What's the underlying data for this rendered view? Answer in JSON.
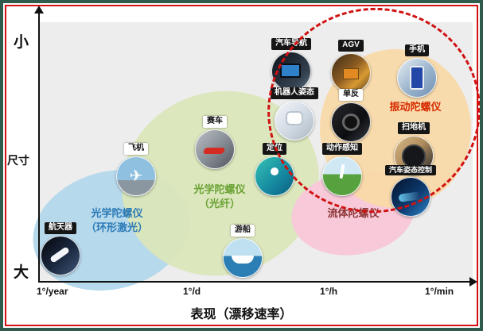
{
  "frame": {
    "outer_border_color": "#2e5b4b",
    "inner_border_color": "#d01212"
  },
  "axes": {
    "y_top_label": "小",
    "y_axis_title": "尺寸",
    "y_bottom_label": "大",
    "x_ticks": [
      "1°/year",
      "1°/d",
      "1°/h",
      "1°/min"
    ],
    "x_title": "表现（漂移速率）"
  },
  "groups": [
    {
      "id": "optical-ring-laser",
      "line1": "光学陀螺仪",
      "line2": "（环形激光）",
      "text_color": "#2b7ab6",
      "fill": "#b7d9ec"
    },
    {
      "id": "optical-fiber",
      "line1": "光学陀螺仪",
      "line2": "（光纤）",
      "text_color": "#69a233",
      "fill": "#dae6b8"
    },
    {
      "id": "fluid",
      "line1": "流体陀螺仪",
      "text_color": "#8b3535",
      "fill": "#f7c9d9"
    },
    {
      "id": "vibration",
      "line1": "振动陀螺仪",
      "text_color": "#d62b00",
      "fill": "#f8d9a6",
      "highlighted_by_red_dashed_circle": true
    }
  ],
  "items": [
    {
      "label": "汽车导航",
      "chip_style": "dark",
      "icon": "car-dashboard"
    },
    {
      "label": "AGV",
      "chip_style": "dark",
      "icon": "warehouse-agv"
    },
    {
      "label": "手机",
      "chip_style": "dark",
      "icon": "smartphone"
    },
    {
      "label": "机器人姿态",
      "chip_style": "dark",
      "icon": "robot"
    },
    {
      "label": "单反",
      "chip_style": "light",
      "icon": "dslr-camera"
    },
    {
      "label": "赛车",
      "chip_style": "light",
      "icon": "race-car"
    },
    {
      "label": "扫地机",
      "chip_style": "dark",
      "icon": "robot-vacuum"
    },
    {
      "label": "飞机",
      "chip_style": "light",
      "icon": "airplane"
    },
    {
      "label": "定位",
      "chip_style": "dark",
      "icon": "gps-map"
    },
    {
      "label": "动作感知",
      "chip_style": "dark",
      "icon": "golfer"
    },
    {
      "label": "汽车姿态控制",
      "chip_style": "dark",
      "icon": "sports-car"
    },
    {
      "label": "航天器",
      "chip_style": "dark",
      "icon": "space-shuttle"
    },
    {
      "label": "游船",
      "chip_style": "light",
      "icon": "yacht"
    }
  ],
  "chart_data": {
    "type": "scatter",
    "title": "",
    "xlabel": "表现（漂移速率）",
    "ylabel": "尺寸",
    "x_ticks": [
      "1°/year",
      "1°/d",
      "1°/h",
      "1°/min"
    ],
    "y_axis_labels": {
      "top": "小",
      "bottom": "大"
    },
    "grid": false,
    "legend_position": "none",
    "annotations": [
      "red dashed circle highlights 振动陀螺仪 region (top right)"
    ],
    "series": [
      {
        "name": "光学陀螺仪（环形激光）",
        "fill": "#b7d9ec",
        "points": [
          {
            "label": "航天器",
            "x": "1°/year",
            "size": "大"
          },
          {
            "label": "飞机",
            "x": "1°/year~1°/d",
            "size": "中大"
          }
        ]
      },
      {
        "name": "光学陀螺仪（光纤）",
        "fill": "#dae6b8",
        "points": [
          {
            "label": "赛车",
            "x": "1°/d",
            "size": "中"
          },
          {
            "label": "游船",
            "x": "1°/d",
            "size": "大"
          },
          {
            "label": "定位",
            "x": "1°/d~1°/h",
            "size": "中"
          }
        ]
      },
      {
        "name": "流体陀螺仪",
        "fill": "#f7c9d9",
        "points": [
          {
            "label": "动作感知",
            "x": "1°/h",
            "size": "中"
          }
        ]
      },
      {
        "name": "振动陀螺仪",
        "fill": "#f8d9a6",
        "highlighted": true,
        "points": [
          {
            "label": "汽车导航",
            "x": "1°/h",
            "size": "小"
          },
          {
            "label": "机器人姿态",
            "x": "1°/h",
            "size": "小"
          },
          {
            "label": "AGV",
            "x": "1°/h",
            "size": "小"
          },
          {
            "label": "单反",
            "x": "1°/h",
            "size": "小"
          },
          {
            "label": "手机",
            "x": "1°/min",
            "size": "小"
          },
          {
            "label": "扫地机",
            "x": "1°/min",
            "size": "小"
          },
          {
            "label": "汽车姿态控制",
            "x": "1°/min",
            "size": "小中"
          }
        ]
      }
    ]
  }
}
